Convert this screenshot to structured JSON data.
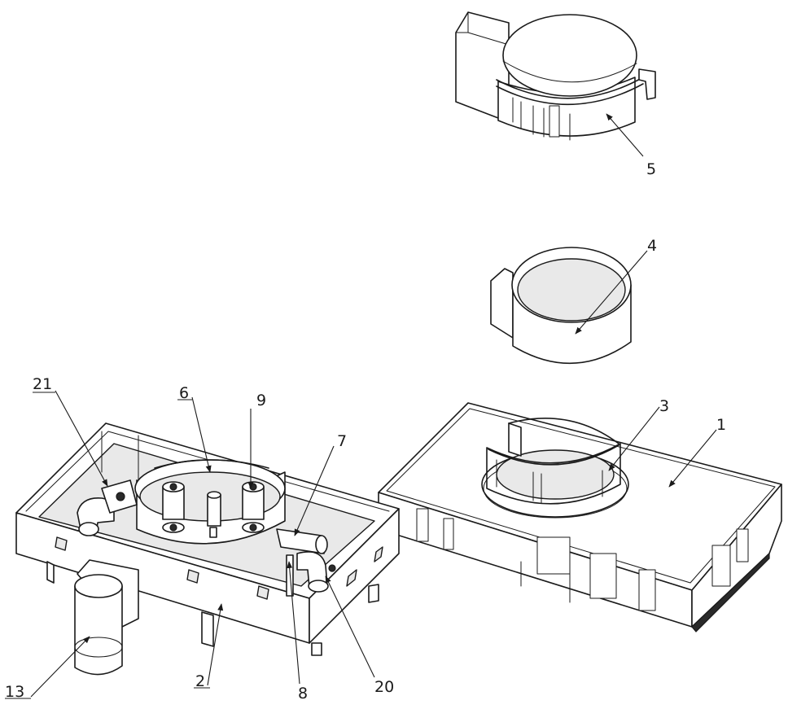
{
  "callouts": {
    "c1": "1",
    "c2": "2",
    "c3": "3",
    "c4": "4",
    "c5": "5",
    "c6": "6",
    "c7": "7",
    "c8": "8",
    "c9": "9",
    "c13": "13",
    "c20": "20",
    "c21": "21"
  }
}
